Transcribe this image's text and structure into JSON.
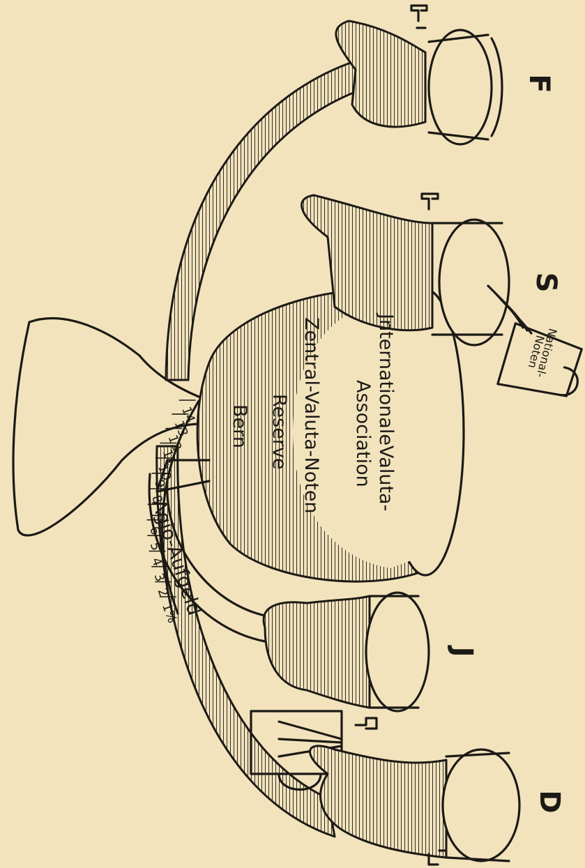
{
  "labels": {
    "bottle_f": "F",
    "bottle_s": "S",
    "bottle_j": "J",
    "bottle_d": "D",
    "vessel_line1": "JnternationaleValuta-",
    "vessel_line2": "Association",
    "vessel_line3": "Zentral-Valuta-Noten",
    "vessel_line4": "Reserve",
    "vessel_line5": "Bern",
    "mug_line1": "National-",
    "mug_line2": "Noten",
    "agio": "Agio-Aufgeld"
  },
  "scale": {
    "ticks": [
      "1%",
      "2",
      "3",
      "4",
      "5",
      "6",
      "7",
      "8",
      "9",
      "10",
      "11",
      "12",
      "13",
      "14"
    ]
  }
}
